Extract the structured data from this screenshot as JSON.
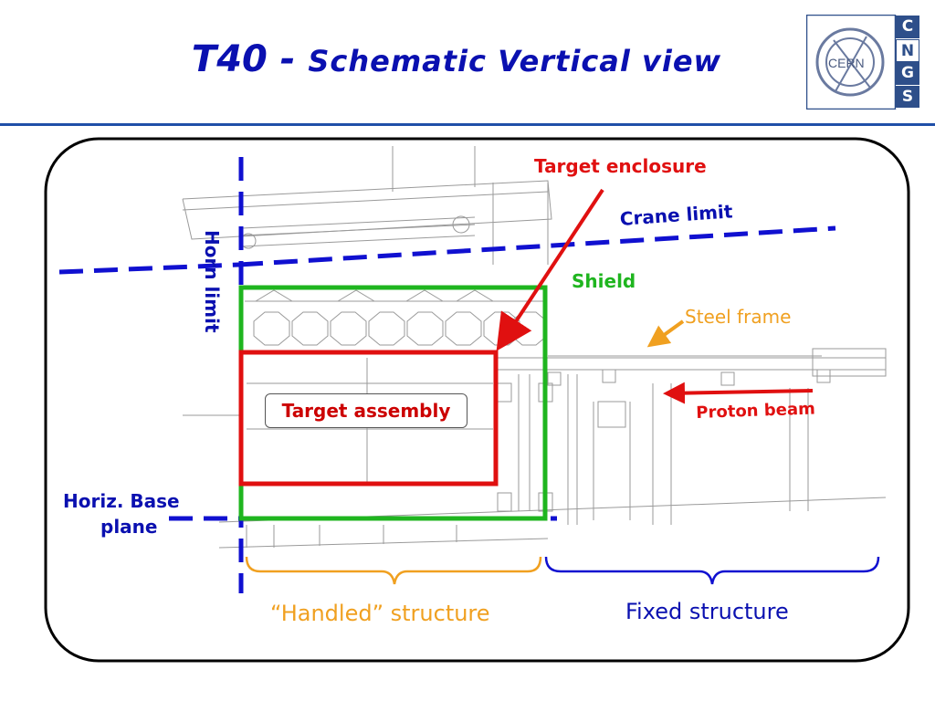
{
  "title": {
    "prefix": "T40 - ",
    "main": "Schematic Vertical view"
  },
  "logo": {
    "cern_text": "CERN",
    "cngs_letters": [
      "C",
      "N",
      "G",
      "S"
    ],
    "highlight_letter": "N"
  },
  "labels": {
    "target_enclosure": "Target enclosure",
    "crane_limit": "Crane limit",
    "shield": "Shield",
    "steel_frame": "Steel frame",
    "proton_beam": "Proton beam",
    "horn_limit": "Horn limit",
    "target_assembly": "Target assembly",
    "horiz_base_line1": "Horiz. Base",
    "horiz_base_line2": "plane",
    "handled_structure": "“Handled” structure",
    "fixed_structure": "Fixed structure"
  },
  "colors": {
    "title": "#0a10b0",
    "red": "#e01010",
    "green": "#1fb51f",
    "blue_dash": "#1010d0",
    "orange": "#f0a020",
    "label_blue": "#0a10b0",
    "rule": "#1f4fa8"
  }
}
